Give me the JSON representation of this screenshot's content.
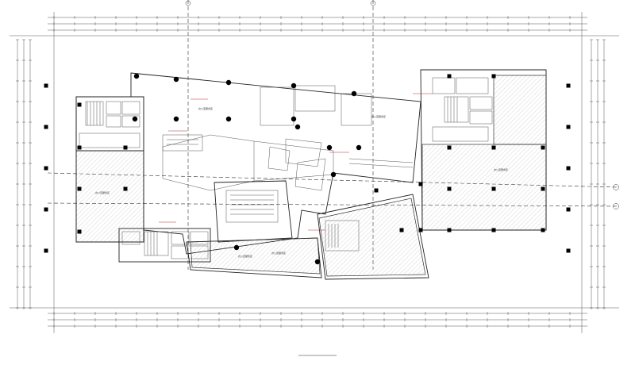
{
  "title": {
    "text": "",
    "scale": ""
  },
  "colors": {
    "line": "#333333",
    "hatch": "#bbbbbb",
    "column": "#000000",
    "annotation": "#b03030"
  },
  "room_labels": [
    "办公室服务区",
    "办公室服务区",
    "办公室服务区",
    "办公室服务区",
    "办公室服务区",
    "办公室服务区"
  ]
}
